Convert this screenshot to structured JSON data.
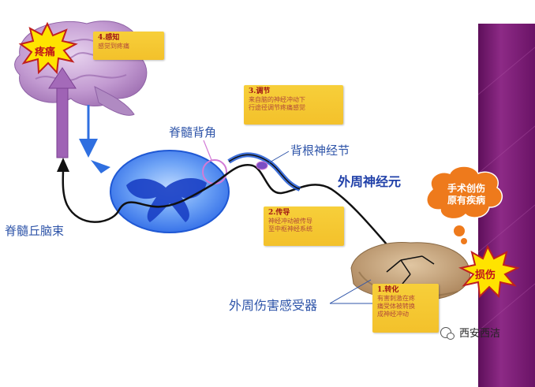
{
  "boxes": {
    "perception": {
      "title": "4.感知",
      "lines": [
        "感觉到疼痛"
      ]
    },
    "modulation": {
      "title": "3.调节",
      "lines": [
        "来自脑的神经冲动下",
        "行途径调节疼痛感觉"
      ]
    },
    "transmission": {
      "title": "2.传导",
      "lines": [
        "神经冲动被传导",
        "至中枢神经系统"
      ]
    },
    "transduction": {
      "title": "1.转化",
      "lines": [
        "有害刺激在疼",
        "痛受体被转换",
        "成神经冲动"
      ]
    }
  },
  "labels": {
    "dorsal_horn": "脊髓背角",
    "dorsal_root_ganglion": "背根神经节",
    "peripheral_neuron": "外周神经元",
    "spinothalamic_tract": "脊髓丘脑束",
    "nociceptor": "外周伤害感受器"
  },
  "bursts": {
    "pain": "疼痛",
    "injury": "损伤"
  },
  "cloud": {
    "lines": [
      "手术创伤",
      "原有疾病"
    ]
  },
  "watermark": {
    "text": "西安西洁"
  },
  "colors": {
    "box_fill": "#f5c631",
    "box_title": "#a01616",
    "label_blue": "#2f55a9",
    "spinal_blue": "#2d69e6",
    "brain": "#b98fc8",
    "side_bar": "#7b1a76",
    "burst_yellow": "#ffe300",
    "cloud_orange": "#ee7a1c"
  }
}
